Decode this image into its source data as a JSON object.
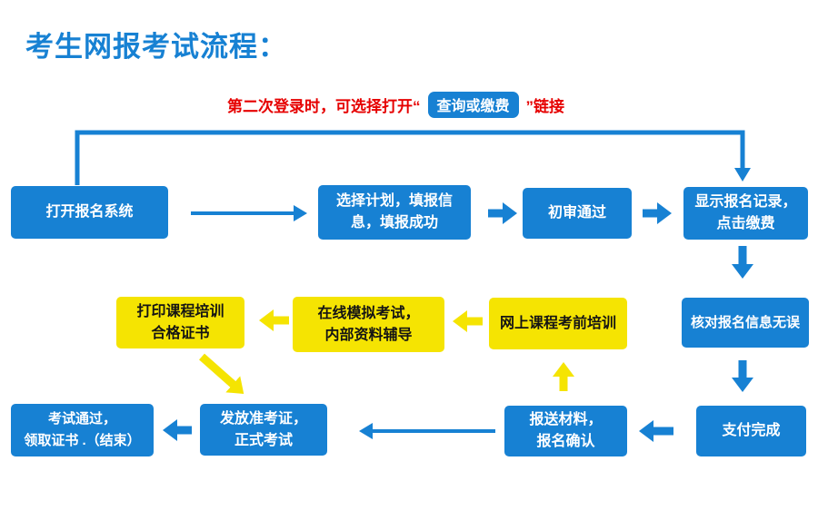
{
  "title": "考生网报考试流程：",
  "note": {
    "prefix": "第二次登录时，可选择打开“",
    "button_label": "查询或缴费",
    "suffix": "”链接"
  },
  "flow": {
    "open_system": {
      "lines": [
        "打开报名系统"
      ]
    },
    "fill_info": {
      "lines": [
        "选择计划，填报信",
        "息，填报成功"
      ]
    },
    "first_review": {
      "lines": [
        "初审通过"
      ]
    },
    "show_record": {
      "lines": [
        "显示报名记录，",
        "点击缴费"
      ]
    },
    "verify_info": {
      "lines": [
        "核对报名信息无误"
      ]
    },
    "pay_done": {
      "lines": [
        "支付完成"
      ]
    },
    "submit_materials": {
      "lines": [
        "报送材料，",
        "报名确认"
      ]
    },
    "online_training": {
      "lines": [
        "网上课程考前培训"
      ]
    },
    "mock_exam": {
      "lines": [
        "在线模拟考试，",
        "内部资料辅导"
      ]
    },
    "print_cert": {
      "lines": [
        "打印课程培训",
        "合格证书"
      ]
    },
    "admission_ticket": {
      "lines": [
        "发放准考证，",
        "正式考试"
      ]
    },
    "exam_pass": {
      "lines": [
        "考试通过，",
        "领取证书 .（结束）"
      ]
    }
  },
  "colors": {
    "blue": "#1781d3",
    "yellow": "#f5e402",
    "red": "#e60000",
    "dark_text": "#141414"
  }
}
